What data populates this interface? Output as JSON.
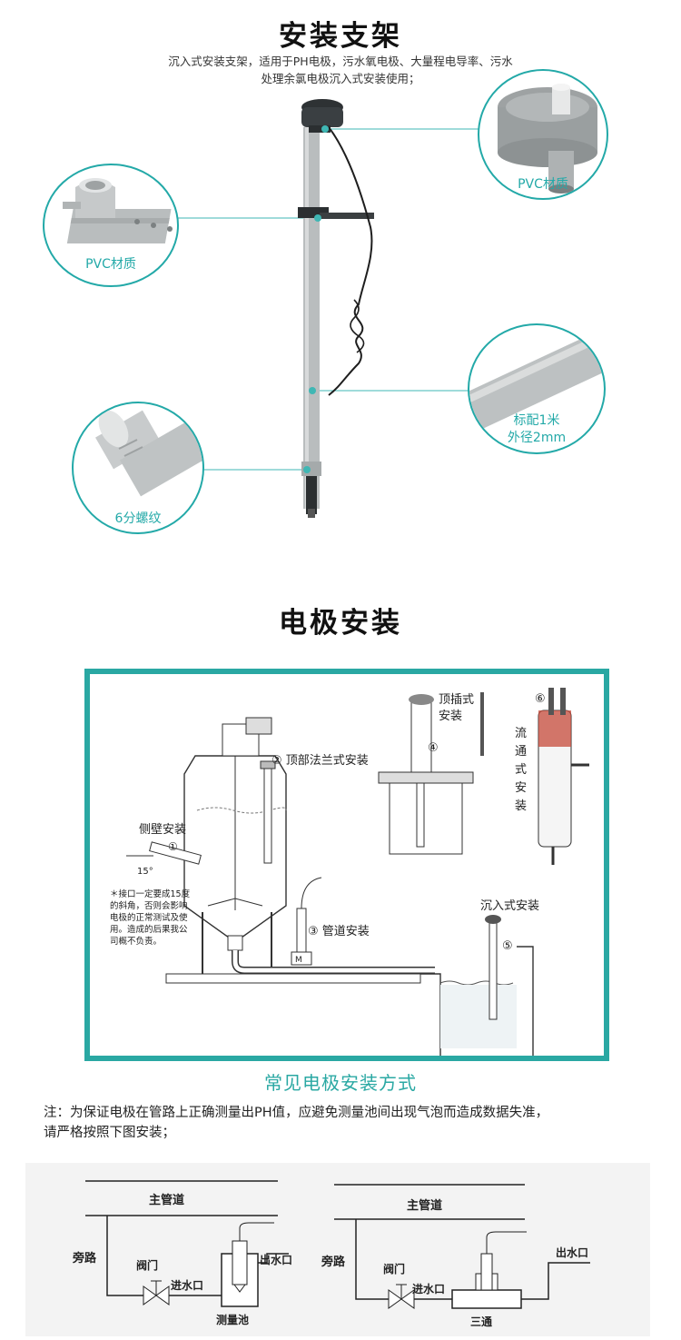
{
  "section1": {
    "title": "安装支架",
    "description_line1": "沉入式安装支架，适用于PH电极，污水氧电极、大量程电导率、污水",
    "description_line2": "处理余氯电极沉入式安装使用；",
    "callouts": [
      {
        "label": "PVC材质"
      },
      {
        "label": "PVC材质"
      },
      {
        "label_line1": "标配1米",
        "label_line2": "外径2mm"
      },
      {
        "label": "6分螺纹"
      }
    ]
  },
  "section2": {
    "title": "电极安装",
    "diagram": {
      "side_wall": "侧壁安装",
      "side_wall_num": "①",
      "angle": "15°",
      "warning_lines": [
        "＊接口一定要成15度",
        "的斜角，否则会影响",
        "电极的正常测试及使",
        "用。造成的后果我公",
        "司概不负责。"
      ],
      "top_flange": "顶部法兰式安装",
      "top_flange_num": "②",
      "pipeline": "管道安装",
      "pipeline_num": "③",
      "top_insert_line1": "顶插式",
      "top_insert_line2": "安装",
      "top_insert_num": "④",
      "immersion": "沉入式安装",
      "immersion_num": "⑤",
      "flow_chars": [
        "流",
        "通",
        "式",
        "安",
        "装"
      ],
      "flow_num": "⑥",
      "motor_letter": "M"
    },
    "caption": "常见电极安装方式",
    "note_line1": "注：为保证电极在管路上正确测量出PH值，应避免测量池间出现气泡而造成数据失准，",
    "note_line2": "请严格按照下图安装；"
  },
  "schematic": {
    "left": {
      "main_pipe": "主管道",
      "bypass": "旁路",
      "valve": "阀门",
      "inlet": "进水口",
      "outlet": "出水口",
      "pool": "测量池"
    },
    "right": {
      "main_pipe": "主管道",
      "bypass": "旁路",
      "valve": "阀门",
      "inlet": "进水口",
      "outlet": "出水口",
      "tee": "三通"
    }
  },
  "colors": {
    "accent": "#2aa8a3",
    "pvc_gray": "#b8bcbd",
    "dark": "#2b2f31"
  }
}
